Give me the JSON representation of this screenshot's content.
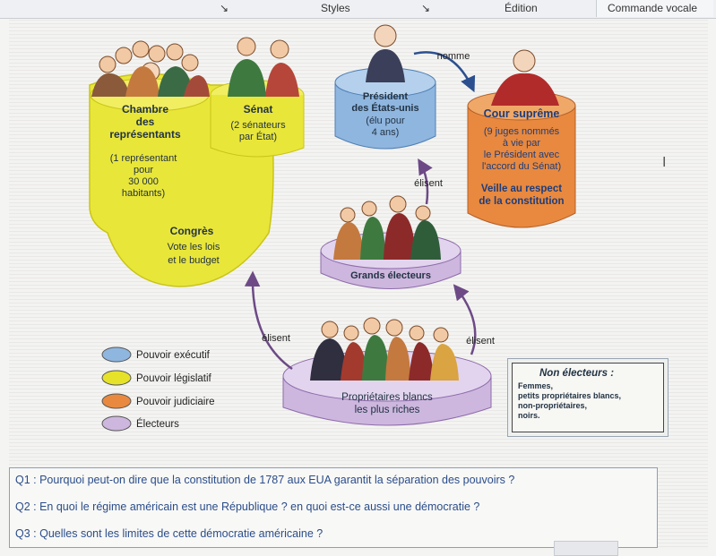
{
  "ribbon": {
    "styles_label": "Styles",
    "edition_label": "Édition",
    "voice_label": "Commande vocale"
  },
  "diagram": {
    "chambre": [
      "Chambre",
      "des",
      "représentants"
    ],
    "chambre_detail": [
      "(1 représentant",
      "pour",
      "30 000",
      "habitants)"
    ],
    "senat": [
      "Sénat"
    ],
    "senat_detail": [
      "(2 sénateurs",
      "par État)"
    ],
    "congres_title": "Congrès",
    "congres_detail": [
      "Vote les lois",
      "et le budget"
    ],
    "president": [
      "Président",
      "des États-unis",
      "(élu pour",
      "4 ans)"
    ],
    "nomme": "nomme",
    "cour_title": "Cour suprême",
    "cour_detail": [
      "(9 juges nommés",
      "à vie par",
      "le Président avec",
      "l'accord du Sénat)"
    ],
    "cour_role": [
      "Veille au respect",
      "de la constitution"
    ],
    "elisent_top": "élisent",
    "grands": "Grands électeurs",
    "elisent_left": "élisent",
    "elisent_right": "élisent",
    "proprietaires": [
      "Propriétaires blancs",
      "les plus riches"
    ],
    "legend": [
      {
        "label": "Pouvoir exécutif",
        "color": "#8fb6df"
      },
      {
        "label": "Pouvoir législatif",
        "color": "#e6e22a"
      },
      {
        "label": "Pouvoir judiciaire",
        "color": "#e8893f"
      },
      {
        "label": "Électeurs",
        "color": "#cdb7de"
      }
    ],
    "non_electeurs_title": "Non électeurs :",
    "non_electeurs": [
      "Femmes,",
      "petits propriétaires blancs,",
      "non-propriétaires,",
      "noirs."
    ]
  },
  "questions": [
    "Q1 : Pourquoi peut-on dire que la constitution de 1787 aux EUA garantit la séparation des pouvoirs ?",
    "Q2 : En quoi le régime américain est une République ? en quoi est-ce aussi une démocratie ?",
    "Q3 : Quelles sont les limites de cette démocratie américaine ?"
  ],
  "colors": {
    "executif": "#8fb6df",
    "legislatif": "#e6e22a",
    "judiciaire": "#e8893f",
    "electeurs": "#cdb7de",
    "arrow": "#6d4a86",
    "text_blue": "#2b4d8a"
  }
}
